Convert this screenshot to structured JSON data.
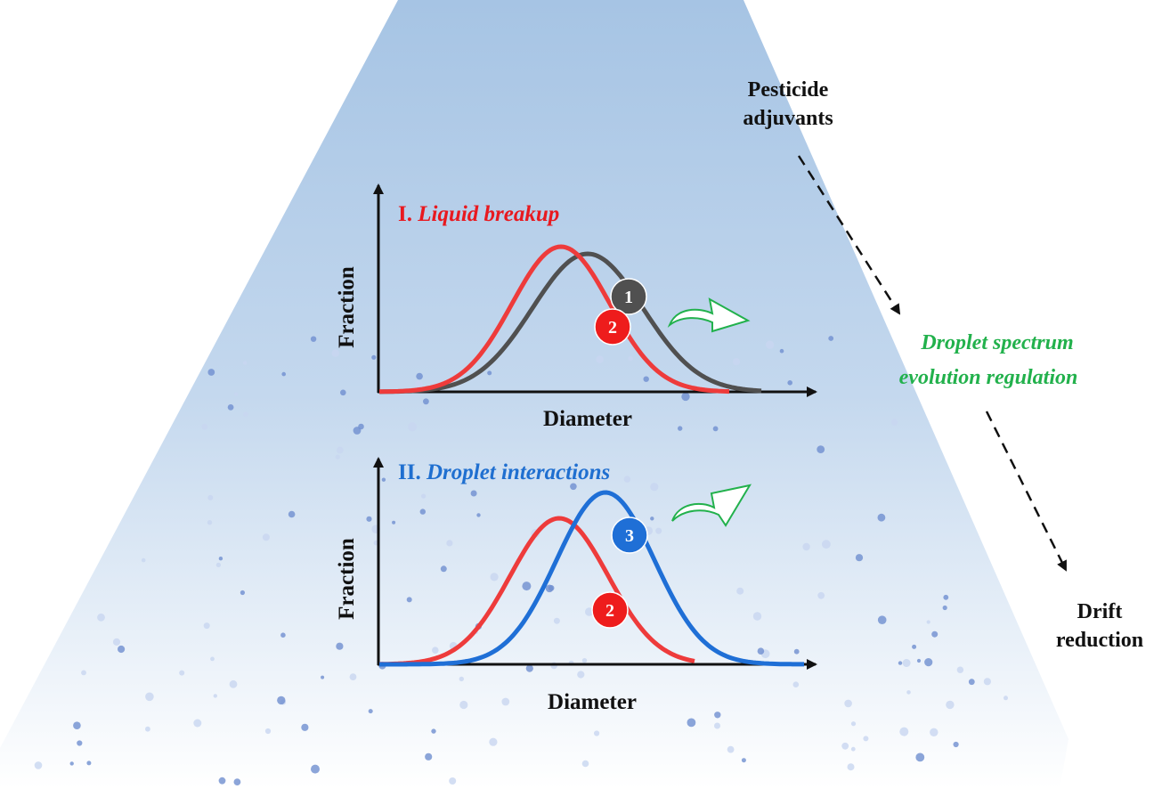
{
  "labels": {
    "adjuvants_line1": "Pesticide",
    "adjuvants_line2": "adjuvants",
    "regulation_line1": "Droplet spectrum",
    "regulation_line2": "evolution regulation",
    "drift_line1": "Drift",
    "drift_line2": "reduction"
  },
  "panel1": {
    "numeral": "I.",
    "title": "Liquid breakup",
    "title_color": "#e8191f",
    "ylabel": "Fraction",
    "xlabel": "Diameter",
    "badges": [
      "1",
      "2"
    ]
  },
  "panel2": {
    "numeral": "II.",
    "title": "Droplet interactions",
    "title_color": "#1f6fd0",
    "ylabel": "Fraction",
    "xlabel": "Diameter",
    "badges": [
      "3",
      "2"
    ]
  },
  "colors": {
    "curve1": "#505050",
    "curve2": "#ee3b3b",
    "curve3": "#1f6fd6",
    "arrow_green": "#22b14c"
  }
}
